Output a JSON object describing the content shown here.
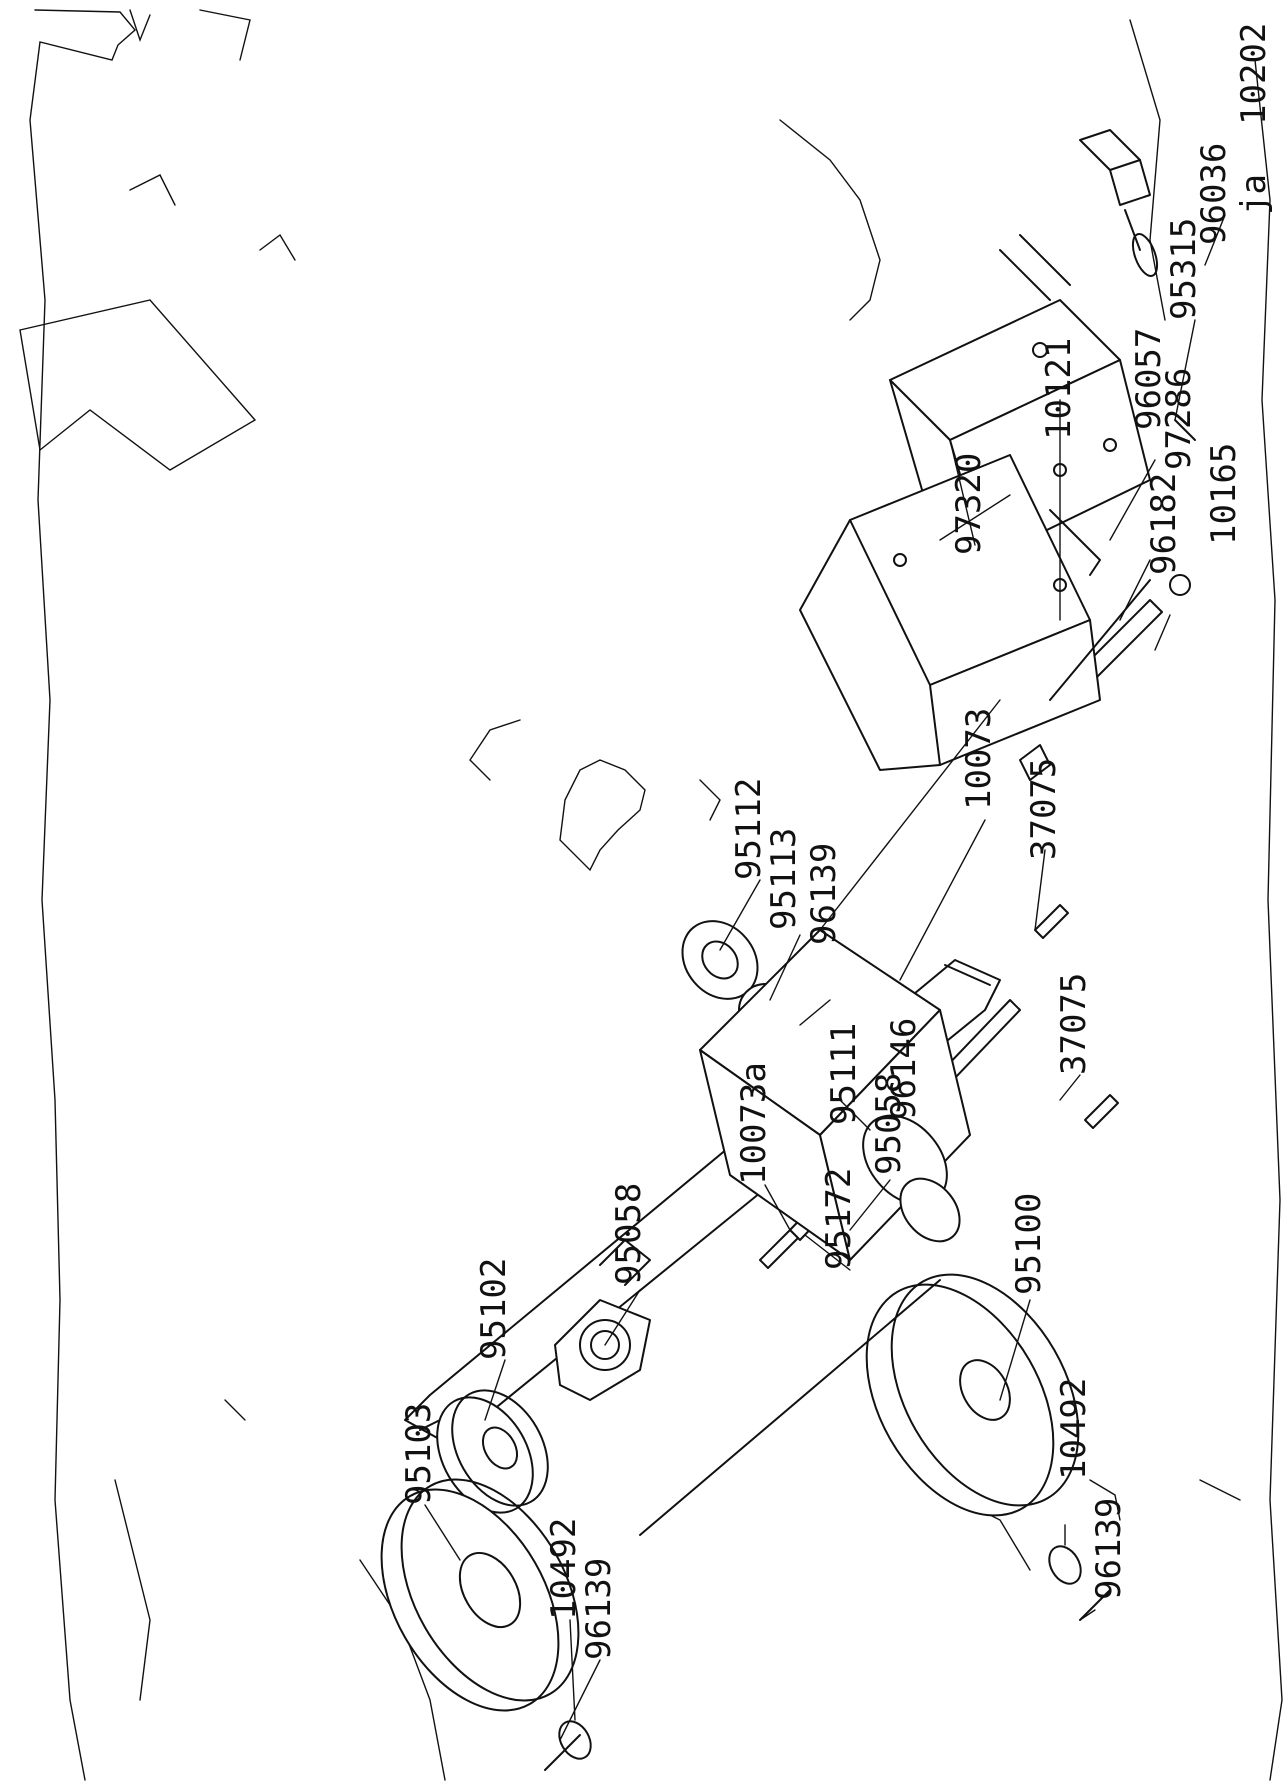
{
  "diagram": {
    "labels": {
      "p10202": "10202",
      "ja": "ja",
      "p96036": "96036",
      "p96057": "96057",
      "p95315": "95315",
      "p97286": "97286",
      "p96182": "96182",
      "p97320": "97320",
      "p37075_top": "37075",
      "p10073": "10073",
      "p95112": "95112",
      "p96139_mid": "96139",
      "p95113": "95113",
      "p96146": "96146",
      "p95111": "95111",
      "p95058_mid": "95058",
      "p10073a": "10073a",
      "p95058_left": "95058",
      "p37075_bottom": "37075",
      "p95172": "95172",
      "p95102": "95102",
      "p95103": "95103",
      "p10492_left": "10492",
      "p96139_left": "96139",
      "p10121": "10121",
      "p10165": "10165",
      "p95100": "95100",
      "p10492_right": "10492",
      "p96139_right": "96139"
    }
  }
}
